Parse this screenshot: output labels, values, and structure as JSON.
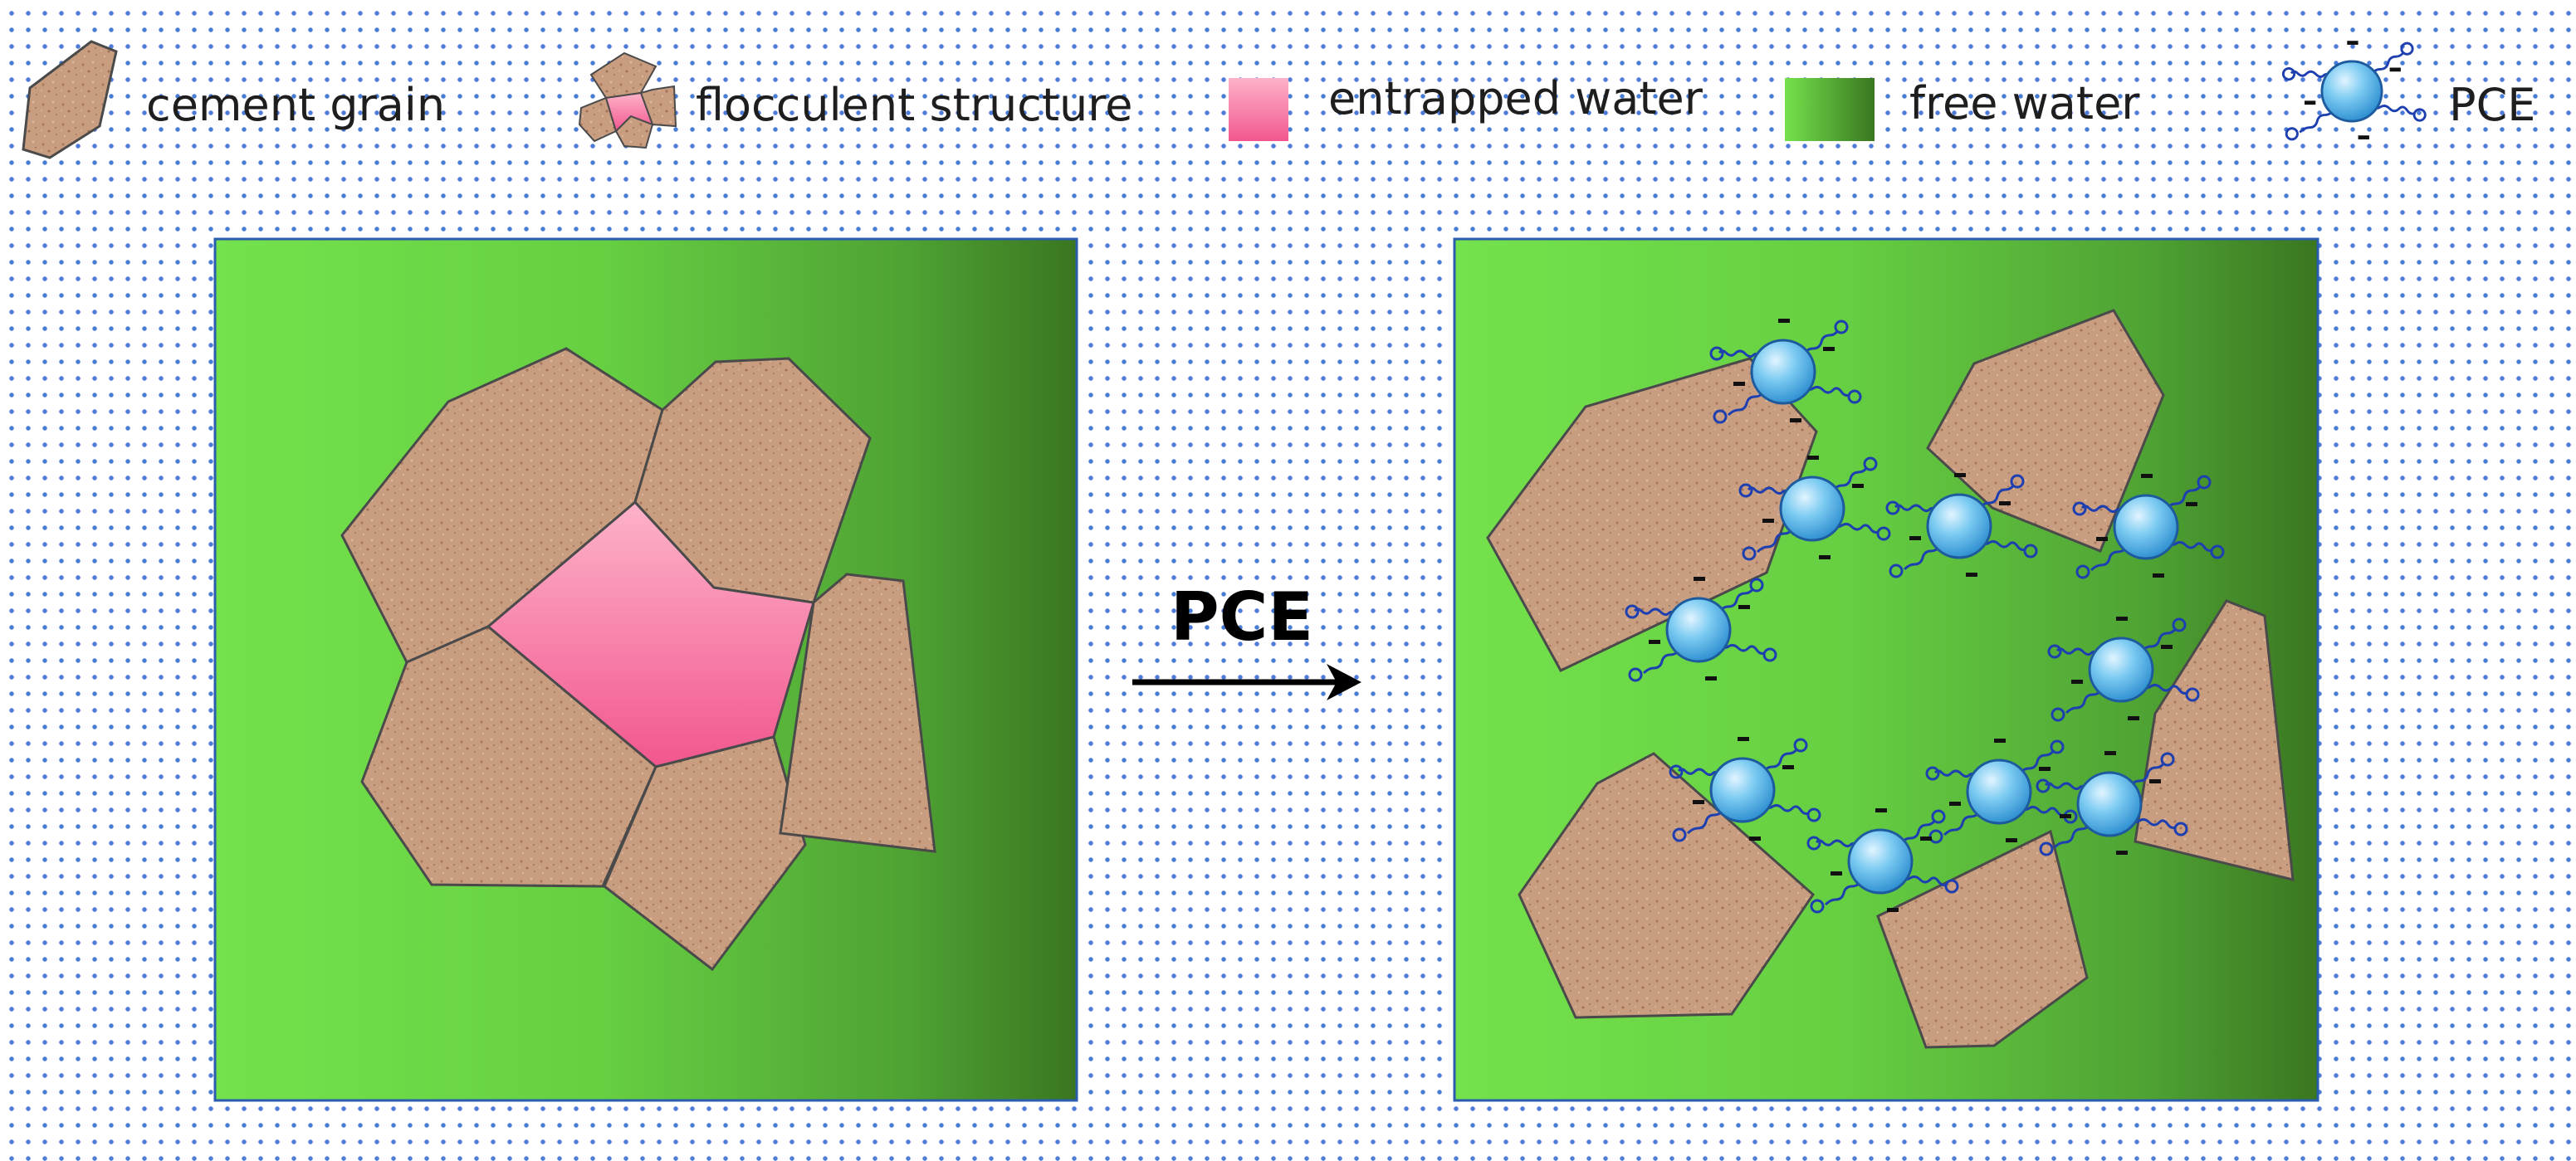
{
  "legend": {
    "cement_grain": "cement grain",
    "flocculent_structure": "flocculent structure",
    "entrapped_water": "entrapped water",
    "free_water": "free water",
    "pce": "PCE"
  },
  "arrow_label": "PCE",
  "colors": {
    "cement": "#c99c7e",
    "cement_edge": "#4a4a4a",
    "entrapped_water": "#f56fa0",
    "free_water_light": "#72e04a",
    "free_water_dark": "#3a7a22",
    "pce_sphere": "#5ab4e8",
    "pce_chain": "#1d3fb0"
  },
  "icons": {
    "legend_cement": "cement-grain-icon",
    "legend_floc": "flocculent-structure-icon",
    "legend_water": "entrapped-water-icon",
    "legend_free": "free-water-icon",
    "legend_pce": "pce-molecule-icon"
  }
}
